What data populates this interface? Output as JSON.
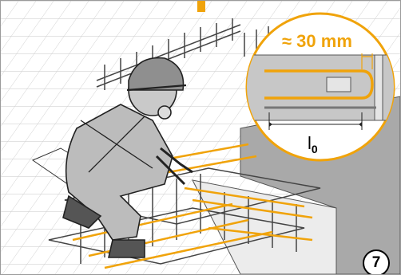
{
  "callout": {
    "spacing_label": "≈ 30 mm",
    "length_label": "l",
    "length_subscript": "0"
  },
  "step_number": "7",
  "colors": {
    "rebar_accent": "#f0a30a",
    "grid_line": "#c8c8c8",
    "concrete_gray": "#a9a9a9",
    "dark_outline": "#222222",
    "light_gray": "#e3e3e3"
  },
  "icons": [
    "worker-figure",
    "rebar-cage",
    "magnifier-callout"
  ]
}
